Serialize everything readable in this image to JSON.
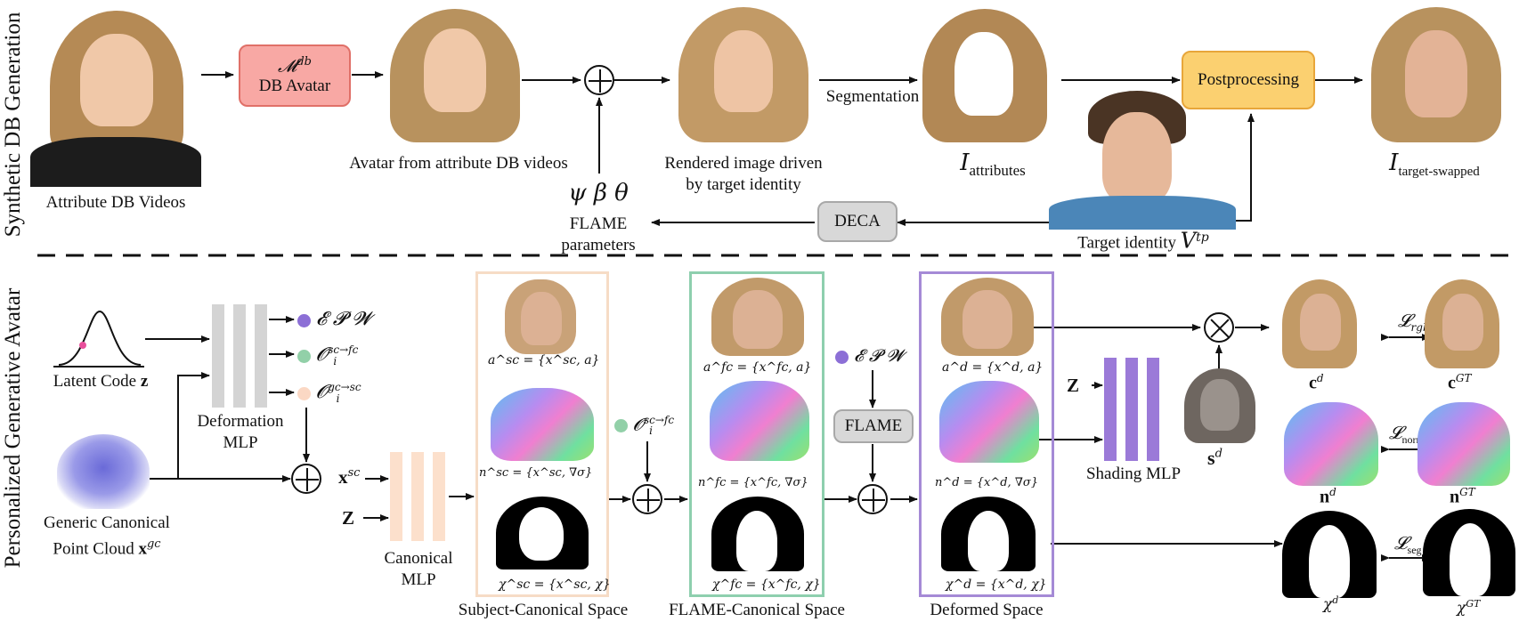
{
  "sections": {
    "top": "Synthetic DB Generation",
    "bottom": "Personalized Generative Avatar"
  },
  "top": {
    "attribute_db_videos": "Attribute DB Videos",
    "db_avatar_symbol": "𝓜",
    "db_avatar_sup": "db",
    "db_avatar_label": "DB Avatar",
    "avatar_from_attr": "Avatar from attribute DB videos",
    "rendered_line1": "Rendered image driven",
    "rendered_line2": "by target identity",
    "segmentation": "Segmentation",
    "i_attributes_main": "I",
    "i_attributes_sub": "attributes",
    "postprocessing": "Postprocessing",
    "i_swapped_main": "I",
    "i_swapped_sub": "target-swapped",
    "flame_params_symbols": "ψ  β  θ",
    "flame_params_line1": "FLAME",
    "flame_params_line2": "parameters",
    "deca": "DECA",
    "target_identity": "Target identity",
    "target_identity_sym": "V",
    "target_identity_sup": "tp"
  },
  "bottom": {
    "latent_code": "Latent Code",
    "latent_sym": "z",
    "generic_line1": "Generic Canonical",
    "generic_line2": "Point Cloud",
    "generic_sym": "x",
    "generic_sup": "gc",
    "deformation_line1": "Deformation",
    "deformation_line2": "MLP",
    "out1": "𝓔  𝓟  𝓦",
    "out2_main": "𝓞",
    "out2_sup": "sc→fc",
    "out2_sub": "i",
    "out3_main": "𝓞",
    "out3_sup": "gc→sc",
    "out3_sub": "i",
    "xsc_main": "x",
    "xsc_sup": "sc",
    "z_label": "Z",
    "canonical_line1": "Canonical",
    "canonical_line2": "MLP",
    "sc_a": "a^sc = {x^sc, a}",
    "sc_n": "n^sc = {x^sc, ∇σ}",
    "sc_chi": "χ^sc = {x^sc, χ}",
    "sc_title": "Subject-Canonical Space",
    "osc_main": "𝓞",
    "osc_sup": "sc→fc",
    "osc_sub": "i",
    "fc_a": "a^fc = {x^fc, a}",
    "fc_n": "n^fc = {x^fc, ∇σ}",
    "fc_chi": "χ^fc = {x^fc, χ}",
    "fc_title": "FLAME-Canonical Space",
    "epw": "𝓔  𝓟  𝓦",
    "flame": "FLAME",
    "d_a": "a^d = {x^d, a}",
    "d_n": "n^d = {x^d, ∇σ}",
    "d_chi": "χ^d = {x^d, χ}",
    "d_title": "Deformed Space",
    "z2": "Z",
    "shading": "Shading MLP",
    "s_main": "s",
    "s_sup": "d",
    "c_d": "c",
    "c_d_sup": "d",
    "c_gt": "c",
    "c_gt_sup": "GT",
    "l_rgb": "𝓛",
    "l_rgb_sub": "rgb",
    "n_d": "n",
    "n_d_sup": "d",
    "n_gt": "n",
    "n_gt_sup": "GT",
    "l_normal": "𝓛",
    "l_normal_sub": "normal",
    "chi_d": "χ",
    "chi_d_sup": "d",
    "chi_gt": "χ",
    "chi_gt_sup": "GT",
    "l_seg": "𝓛",
    "l_seg_sub": "seg"
  },
  "colors": {
    "db_avatar_fill": "#f8a8a4",
    "postprocessing_fill": "#fbd070",
    "deca_fill": "#d8d8d8",
    "deformation_mlp": "#d4d4d4",
    "canonical_mlp": "#fce0cc",
    "shading_mlp": "#9b7ad8",
    "sc_border": "#f6dcc6",
    "fc_border": "#8ecfae",
    "d_border": "#a58ad6",
    "dot_purple": "#8c6fd6",
    "dot_green": "#92d0a8",
    "dot_peach": "#fbd8c4"
  }
}
